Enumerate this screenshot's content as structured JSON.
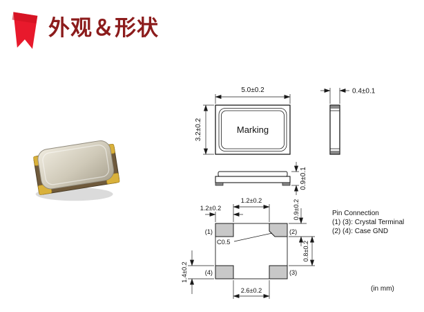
{
  "header": {
    "title": "外观＆形状"
  },
  "colors": {
    "ribbon": "#e8192c",
    "title": "#8c1c1c"
  },
  "views": {
    "top": {
      "dim_width": "5.0±0.2",
      "dim_height": "3.2±0.2",
      "marking": "Marking"
    },
    "end": {
      "dim_thickness": "0.4±0.1"
    },
    "side": {
      "dim_height": "0.9±0.1"
    }
  },
  "land_pattern": {
    "dim_pad_width": "1.2±0.2",
    "dim_center_gap": "1.2±0.2",
    "dim_pad_height": "0.9±0.2",
    "dim_row_gap": "0.8±0.2",
    "dim_left_height": "1.4±0.2",
    "dim_span": "2.6±0.2",
    "chamfer_note": "C0.5",
    "pad_labels": {
      "p1": "(1)",
      "p2": "(2)",
      "p3": "(3)",
      "p4": "(4)"
    }
  },
  "pin_connection": {
    "title": "Pin Connection",
    "lines": [
      "(1) (3): Crystal Terminal",
      "(2) (4): Case GND"
    ]
  },
  "unit_note": "(in mm)"
}
